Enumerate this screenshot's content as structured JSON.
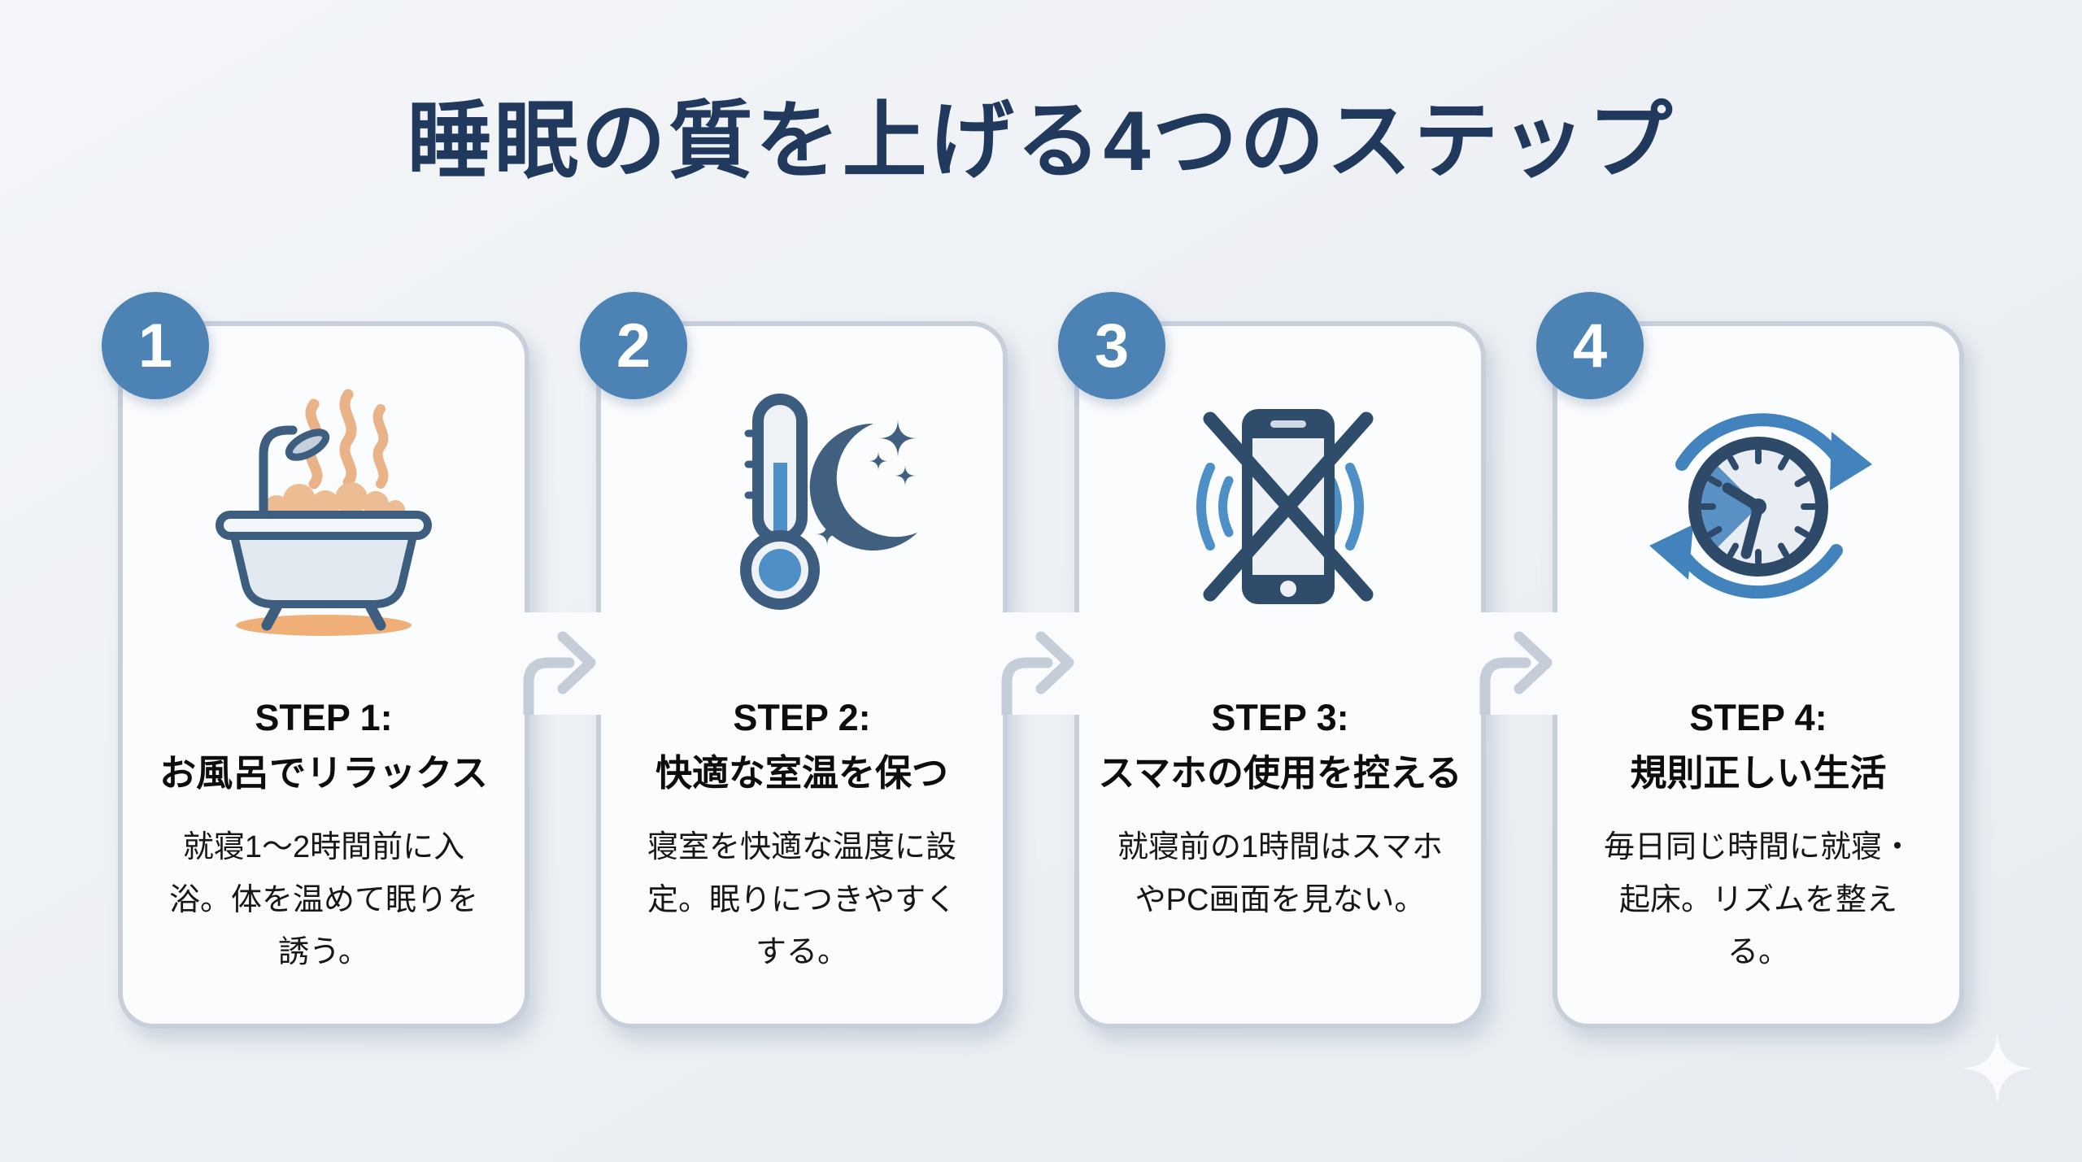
{
  "page": {
    "title": "睡眠の質を上げる4つのステップ"
  },
  "colors": {
    "background": "#edf0f4",
    "title_navy": "#21395c",
    "badge_blue": "#4c83b4",
    "icon_navy": "#2f4c6b",
    "icon_blue": "#4e8fc7",
    "steam_orange": "#e9b287",
    "shadow_orange": "#f0af76",
    "card_border": "#c6cfda",
    "card_background": "#fbfcfe",
    "arrow_gray": "#c5cdd8"
  },
  "steps": [
    {
      "number": "1",
      "heading_en": "STEP 1:",
      "heading_ja": "お風呂でリラックス",
      "body": "就寝1〜2時間前に入浴。体を温めて眠りを誘う。",
      "icon": "bathtub-icon"
    },
    {
      "number": "2",
      "heading_en": "STEP 2:",
      "heading_ja": "快適な室温を保つ",
      "body": "寝室を快適な温度に設定。眠りにつきやすくする。",
      "icon": "thermometer-moon-icon"
    },
    {
      "number": "3",
      "heading_en": "STEP 3:",
      "heading_ja": "スマホの使用を控える",
      "body": "就寝前の1時間はスマホやPC画面を見ない。",
      "icon": "no-smartphone-icon"
    },
    {
      "number": "4",
      "heading_en": "STEP 4:",
      "heading_ja": "規則正しい生活",
      "body": "毎日同じ時間に就寝・起床。リズムを整える。",
      "icon": "clock-cycle-icon"
    }
  ]
}
